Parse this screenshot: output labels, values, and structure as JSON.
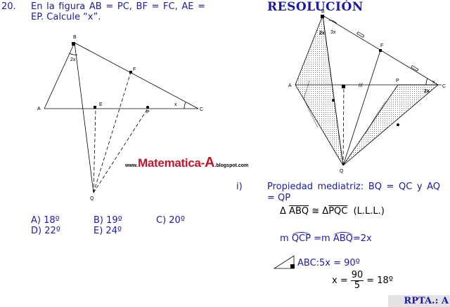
{
  "problem": {
    "number": "20.",
    "text": "En la figura AB = PC, BF = FC, AE = EP. Calcule “x”.",
    "options": [
      "A) 18º",
      "B) 19º",
      "C) 20º",
      "D) 22º",
      "E) 24º"
    ]
  },
  "figure_left": {
    "labels": {
      "A": "A",
      "B": "B",
      "C": "C",
      "E": "E",
      "F": "F",
      "P": "P",
      "Q": "Q",
      "angle_b": "2x",
      "angle_c": "x"
    }
  },
  "watermark": {
    "prefix": "www.",
    "main": "Matematica-",
    "accent": "A",
    "suffix": ".blogspot.com"
  },
  "resolution": {
    "title": "RESOLUCIÓN",
    "figure_labels": {
      "A": "A",
      "B": "B",
      "C": "C",
      "F": "F",
      "P": "P",
      "Q": "Q",
      "angle_2x_b": "2x",
      "angle_3x": "3x",
      "angle_2x_c": "2x",
      "angle_x": "x",
      "ticks": "///"
    },
    "step_marker": "i)",
    "step_text": "Propiedad mediatriz: BQ = QC y AQ = QP",
    "congruence": {
      "delta1": "Δ",
      "tri1": "ABQ",
      "cong": "≅",
      "delta2": "Δ",
      "tri2": "PQC",
      "criterion": "(L.L.L.)"
    },
    "angle_eq": {
      "m1": "m",
      "ang1": "QCP",
      "eq1": "=m",
      "ang2": "ABQ",
      "rhs": "=2x"
    },
    "sum_eq": "ABC:5x = 90º",
    "solution": {
      "lhs": "x =",
      "num": "90",
      "den": "5",
      "rhs": "= 18º"
    },
    "answer": "RPTA.: A"
  },
  "colors": {
    "text_blue": "#1a1aa6",
    "watermark_red": "#c0182b",
    "answer_bg": "#e3e3e3"
  }
}
